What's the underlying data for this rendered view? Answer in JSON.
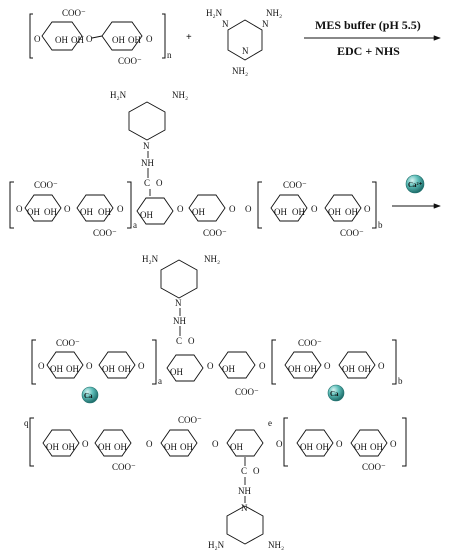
{
  "reaction": {
    "condition_top": "MES  buffer (pH 5.5)",
    "condition_bottom": "EDC + NHS",
    "plus": "+"
  },
  "labels": {
    "coo": "COO⁻",
    "oh": "OH",
    "o": "O",
    "nh2": "NH₂",
    "h2n": "H₂N",
    "n": "N",
    "nh": "NH",
    "c": "C",
    "ca": "Ca",
    "ca2": "Ca²⁺",
    "sub_n": "n",
    "sub_a": "a",
    "sub_b": "b",
    "sub_q": "q",
    "sub_e": "e"
  },
  "colors": {
    "calcium_sphere": "#3aa7a3",
    "ink": "#111111"
  },
  "icons": {
    "calcium": "calcium-ion-sphere-icon",
    "arrow": "reaction-arrow-icon"
  }
}
